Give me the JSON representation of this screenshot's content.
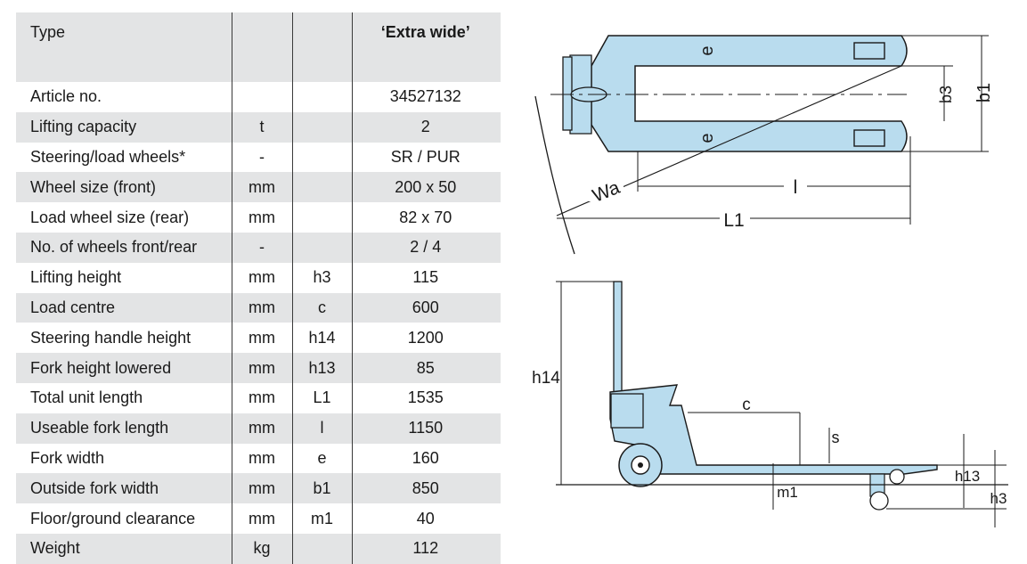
{
  "table": {
    "header": {
      "label": "Type",
      "value": "‘Extra wide’"
    },
    "rows": [
      {
        "label": "Article no.",
        "unit": "",
        "symbol": "",
        "value": "34527132"
      },
      {
        "label": "Lifting capacity",
        "unit": "t",
        "symbol": "",
        "value": "2"
      },
      {
        "label": "Steering/load wheels*",
        "unit": "-",
        "symbol": "",
        "value": "SR / PUR"
      },
      {
        "label": "Wheel size (front)",
        "unit": "mm",
        "symbol": "",
        "value": "200 x 50"
      },
      {
        "label": "Load wheel size (rear)",
        "unit": "mm",
        "symbol": "",
        "value": "82 x 70"
      },
      {
        "label": "No. of wheels front/rear",
        "unit": "-",
        "symbol": "",
        "value": "2 / 4"
      },
      {
        "label": "Lifting height",
        "unit": "mm",
        "symbol": "h3",
        "value": "115"
      },
      {
        "label": "Load centre",
        "unit": "mm",
        "symbol": "c",
        "value": "600"
      },
      {
        "label": "Steering handle height",
        "unit": "mm",
        "symbol": "h14",
        "value": "1200"
      },
      {
        "label": "Fork height lowered",
        "unit": "mm",
        "symbol": "h13",
        "value": "85"
      },
      {
        "label": "Total unit length",
        "unit": "mm",
        "symbol": "L1",
        "value": "1535"
      },
      {
        "label": "Useable fork length",
        "unit": "mm",
        "symbol": "l",
        "value": "1150"
      },
      {
        "label": "Fork width",
        "unit": "mm",
        "symbol": "e",
        "value": "160"
      },
      {
        "label": "Outside fork width",
        "unit": "mm",
        "symbol": "b1",
        "value": "850"
      },
      {
        "label": "Floor/ground clearance",
        "unit": "mm",
        "symbol": "m1",
        "value": "40"
      },
      {
        "label": "Weight",
        "unit": "kg",
        "symbol": "",
        "value": "112"
      }
    ]
  },
  "drawing_top": {
    "labels": {
      "e_top": "e",
      "e_bottom": "e",
      "b3": "b3",
      "b1": "b1",
      "wa": "Wa",
      "l": "l",
      "l1": "L1"
    }
  },
  "drawing_side": {
    "labels": {
      "h14": "h14",
      "c": "c",
      "s": "s",
      "h13": "h13",
      "h3": "h3",
      "m1": "m1"
    }
  },
  "colors": {
    "row_shade": "#e3e4e5",
    "truck_fill": "#b9dcee",
    "line": "#1a1a1a"
  }
}
